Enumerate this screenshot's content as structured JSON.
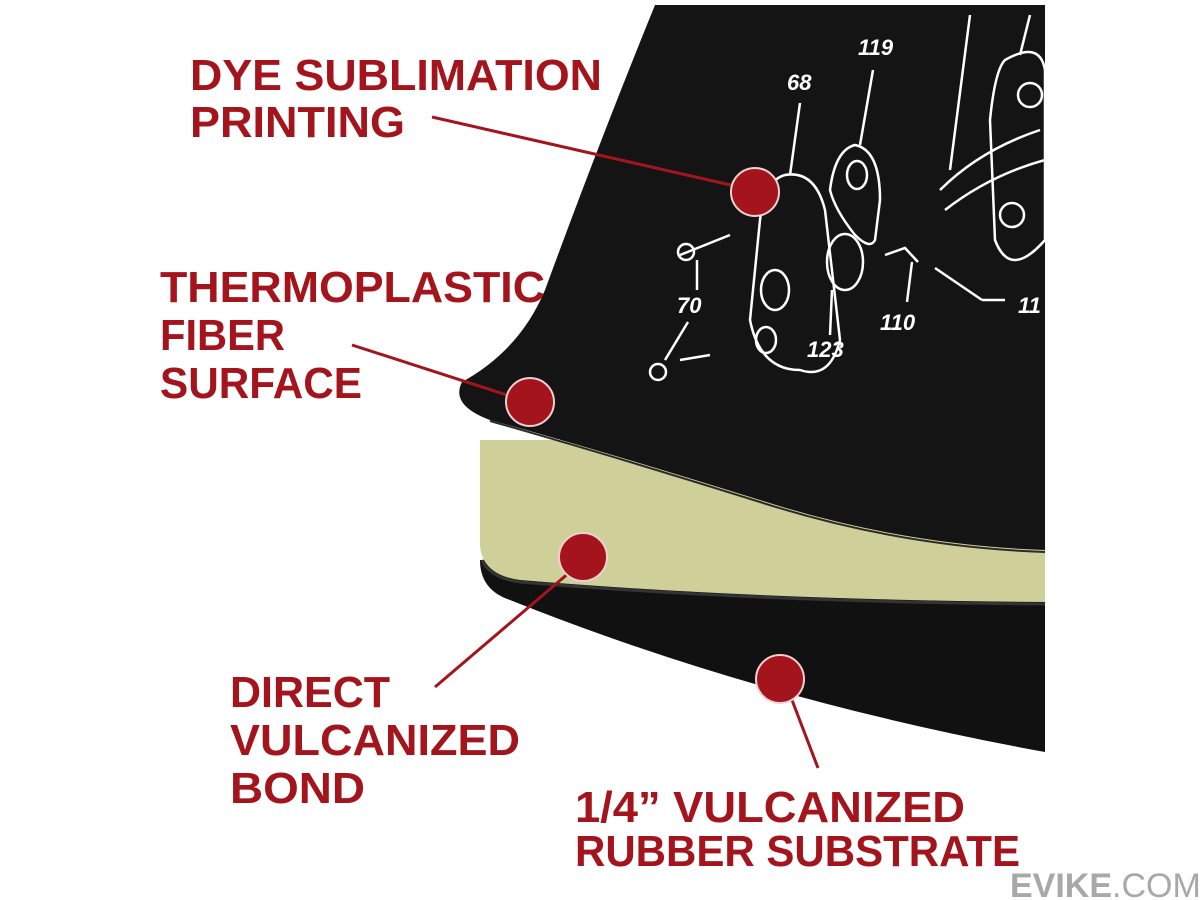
{
  "colors": {
    "label_red": "#a3141c",
    "mat_black": "#141414",
    "tan_layer": "#cfcf9a",
    "watermark_gray": "#9a9a9a"
  },
  "callouts": {
    "dye_sublimation": [
      "DYE SUBLIMATION",
      "PRINTING"
    ],
    "thermoplastic": [
      "THERMOPLASTIC",
      "FIBER",
      "SURFACE"
    ],
    "vulcanized_bond": [
      "DIRECT",
      "VULCANIZED",
      "BOND"
    ],
    "rubber_substrate": [
      "1/4” VULCANIZED",
      "RUBBER SUBSTRATE"
    ]
  },
  "diagram_numbers": [
    "68",
    "119",
    "70",
    "110",
    "123",
    "11"
  ],
  "watermark": {
    "bold": "EVIKE",
    "light": ".COM"
  }
}
